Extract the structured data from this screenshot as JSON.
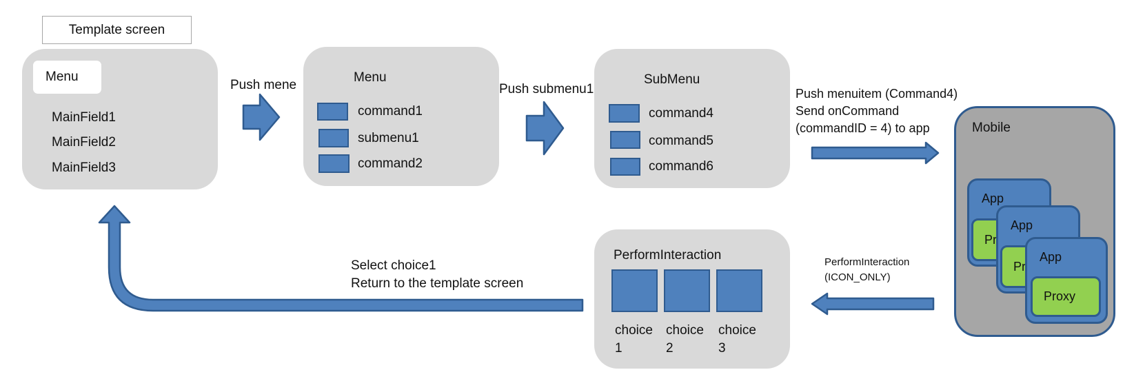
{
  "template_screen": {
    "title": "Template screen",
    "menu_label": "Menu",
    "fields": [
      "MainField1",
      "MainField2",
      "MainField3"
    ]
  },
  "menu_screen": {
    "title": "Menu",
    "items": [
      "command1",
      "submenu1",
      "command2"
    ]
  },
  "submenu_screen": {
    "title": "SubMenu",
    "items": [
      "command4",
      "command5",
      "command6"
    ]
  },
  "perform_screen": {
    "title": "PerformInteraction",
    "choices": [
      {
        "line1": "choice",
        "line2": "1"
      },
      {
        "line1": "choice",
        "line2": "2"
      },
      {
        "line1": "choice",
        "line2": "3"
      }
    ]
  },
  "mobile": {
    "title": "Mobile",
    "app_label": "App",
    "proxy_label": "Proxy"
  },
  "arrows": {
    "push_menu": "Push mene",
    "push_submenu": "Push submenu1",
    "push_menuitem": [
      "Push menuitem (Command4)",
      "Send onCommand",
      "(commandID = 4) to app"
    ],
    "perform_interaction": [
      "PerformInteraction",
      "(ICON_ONLY)"
    ],
    "select_choice": [
      "Select choice1",
      "Return to the template screen"
    ]
  },
  "colors": {
    "panel": "#d9d9d9",
    "blue": "#4f81bd",
    "blue_border": "#2f5b8f",
    "green": "#92d050",
    "mobile_bg": "#a6a6a6"
  }
}
